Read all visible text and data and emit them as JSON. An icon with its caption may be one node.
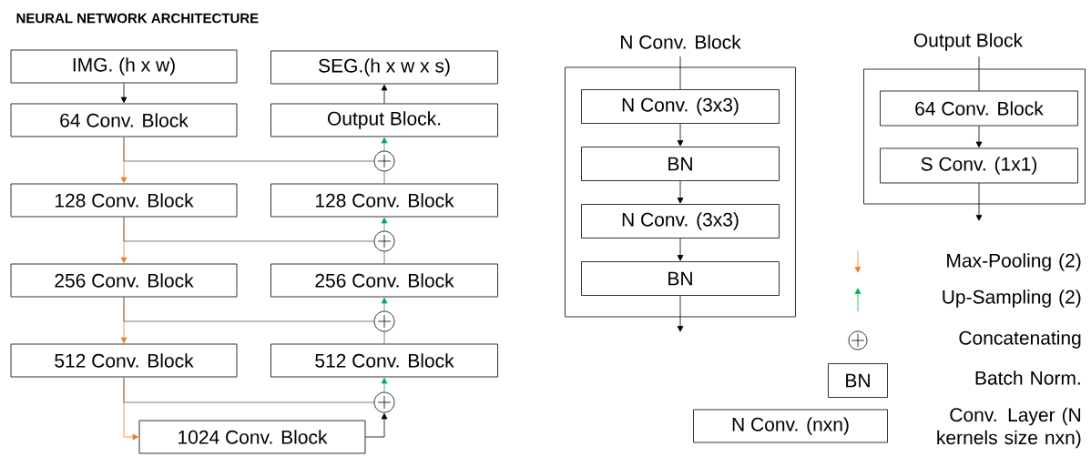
{
  "diagram": {
    "title": "NEURAL NETWORK ARCHITECTURE",
    "nodes": [
      {
        "text": [
          "IMG. (h x w)"
        ]
      },
      {
        "text": [
          "SEG.(h x w x s)"
        ]
      },
      {
        "text": [
          "64 Conv. Block"
        ]
      },
      {
        "text": [
          "Output Block."
        ]
      },
      {
        "text": [],
        "shape": "circle"
      },
      {
        "text": [
          "128 Conv. Block"
        ]
      },
      {
        "text": [
          "128 Conv. Block"
        ]
      },
      {
        "text": [],
        "shape": "circle"
      },
      {
        "text": [
          "256 Conv. Block"
        ]
      },
      {
        "text": [
          "256 Conv. Block"
        ]
      },
      {
        "text": [],
        "shape": "circle"
      },
      {
        "text": [
          "512 Conv. Block"
        ]
      },
      {
        "text": [
          "512 Conv. Block"
        ]
      },
      {
        "text": [],
        "shape": "circle"
      },
      {
        "text": [
          "1024 Conv. Block"
        ]
      },
      {
        "text": [
          "N Conv. Block"
        ]
      },
      {
        "text": [
          "N Conv. (3x3)"
        ],
        "in": 15
      },
      {
        "text": [
          "BN"
        ],
        "in": 15
      },
      {
        "text": [
          "N Conv. (3x3)"
        ],
        "in": 15
      },
      {
        "text": [
          "BN"
        ],
        "in": 15
      },
      {
        "text": [
          "Output Block"
        ]
      },
      {
        "text": [
          "64 Conv. Block"
        ],
        "in": 20
      },
      {
        "text": [
          "S Conv. (1x1)"
        ],
        "in": 20
      },
      {
        "text": [
          "BN"
        ]
      },
      {
        "text": [
          "N Conv. (nxn)"
        ]
      }
    ],
    "edges": [
      {
        "from": 0,
        "to": 2,
        "arrow": "to"
      },
      {
        "from": 2,
        "to": 5,
        "arrow": "to",
        "color": "#ed7d31"
      },
      {
        "from": 2,
        "to": 4,
        "arrow": "none",
        "color": "#595959"
      },
      {
        "from": 6,
        "to": 4,
        "arrow": "none",
        "color": "#595959"
      },
      {
        "from": 4,
        "to": 3,
        "arrow": "to",
        "color": "#00b050"
      },
      {
        "from": 3,
        "to": 1,
        "arrow": "to"
      },
      {
        "from": 5,
        "to": 8,
        "arrow": "to",
        "color": "#ed7d31"
      },
      {
        "from": 5,
        "to": 7,
        "arrow": "none",
        "color": "#595959"
      },
      {
        "from": 9,
        "to": 7,
        "arrow": "none",
        "color": "#595959"
      },
      {
        "from": 7,
        "to": 6,
        "arrow": "to",
        "color": "#00b050"
      },
      {
        "from": 8,
        "to": 11,
        "arrow": "to",
        "color": "#ed7d31"
      },
      {
        "from": 8,
        "to": 10,
        "arrow": "none",
        "color": "#595959"
      },
      {
        "from": 12,
        "to": 10,
        "arrow": "none",
        "color": "#595959"
      },
      {
        "from": 10,
        "to": 9,
        "arrow": "to",
        "color": "#00b050"
      },
      {
        "from": 11,
        "to": 14,
        "arrow": "to",
        "color": "#ed7d31"
      },
      {
        "from": 11,
        "to": 13,
        "arrow": "none",
        "color": "#595959"
      },
      {
        "from": 14,
        "to": 13,
        "arrow": "to"
      },
      {
        "from": 13,
        "to": 12,
        "arrow": "to",
        "color": "#00b050"
      },
      {
        "from": null,
        "to": 16,
        "arrow": "none"
      },
      {
        "from": 16,
        "to": 17,
        "arrow": "to"
      },
      {
        "from": 17,
        "to": 18,
        "arrow": "to"
      },
      {
        "from": 18,
        "to": 19,
        "arrow": "to"
      },
      {
        "from": 19,
        "to": null,
        "arrow": "to"
      },
      {
        "from": null,
        "to": 21,
        "arrow": "none"
      },
      {
        "from": 21,
        "to": 22,
        "arrow": "to"
      },
      {
        "from": 22,
        "to": null,
        "arrow": "to"
      }
    ],
    "legend": [
      {
        "text": "Max-Pooling (2)"
      },
      {
        "text": "Up-Sampling (2)"
      },
      {
        "text": "Concatenating"
      },
      {
        "text": "Batch Norm."
      },
      {
        "text": "Conv. Layer (N kernels size nxn)"
      }
    ]
  }
}
